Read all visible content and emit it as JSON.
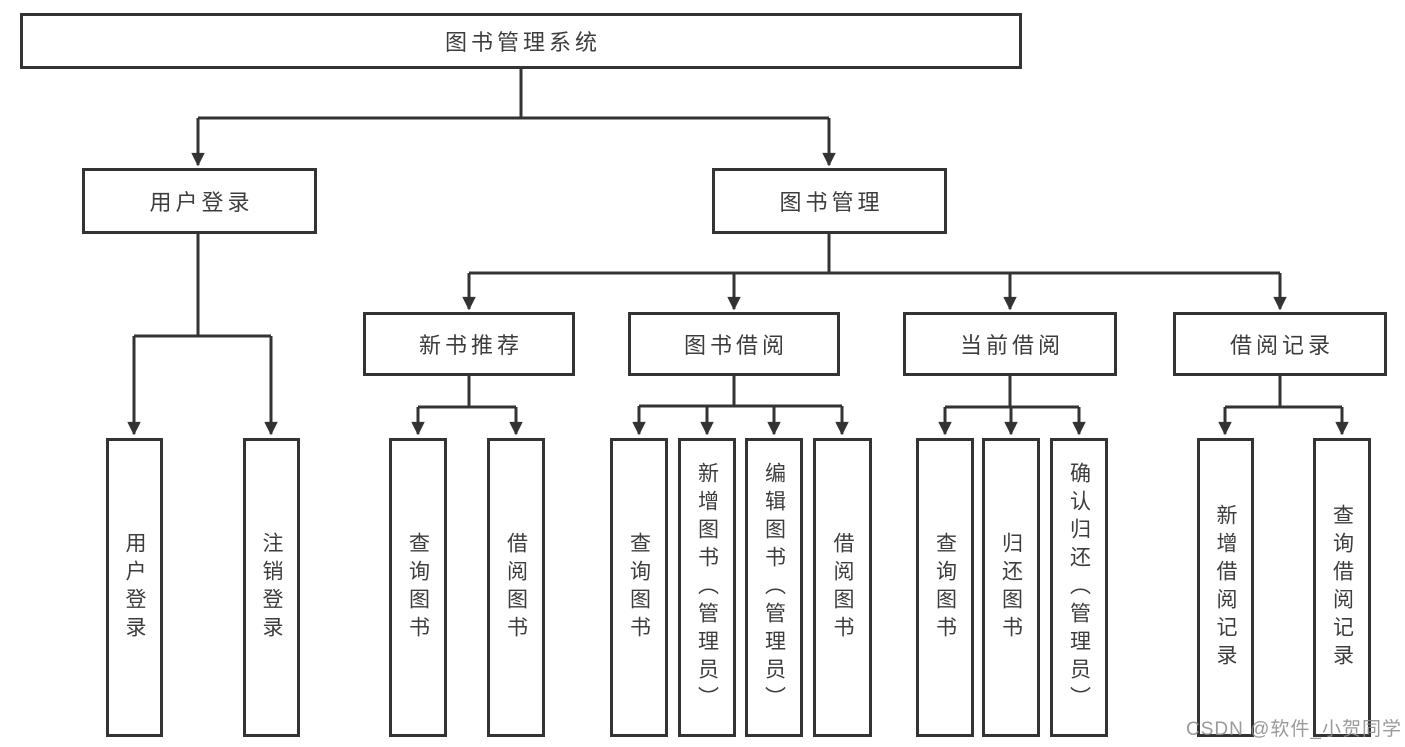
{
  "diagram_title": "图书管理系统",
  "tree": {
    "root": {
      "label": "图书管理系统"
    },
    "branches": [
      {
        "label": "用户登录",
        "leaves": [
          "用户登录",
          "注销登录"
        ]
      },
      {
        "label": "图书管理",
        "groups": [
          {
            "label": "新书推荐",
            "leaves": [
              "查询图书",
              "借阅图书"
            ]
          },
          {
            "label": "图书借阅",
            "leaves": [
              "查询图书",
              "新增图书（管理员）",
              "编辑图书（管理员）",
              "借阅图书"
            ]
          },
          {
            "label": "当前借阅",
            "leaves": [
              "查询图书",
              "归还图书",
              "确认归还（管理员）"
            ]
          },
          {
            "label": "借阅记录",
            "leaves": [
              "新增借阅记录",
              "查询借阅记录"
            ]
          }
        ]
      }
    ]
  },
  "watermark": "CSDN @软件_小贺同学",
  "colors": {
    "line": "#333333",
    "box_border": "#333333",
    "text": "#3d3d3d",
    "watermark": "#8c8c8c",
    "background": "#ffffff"
  }
}
